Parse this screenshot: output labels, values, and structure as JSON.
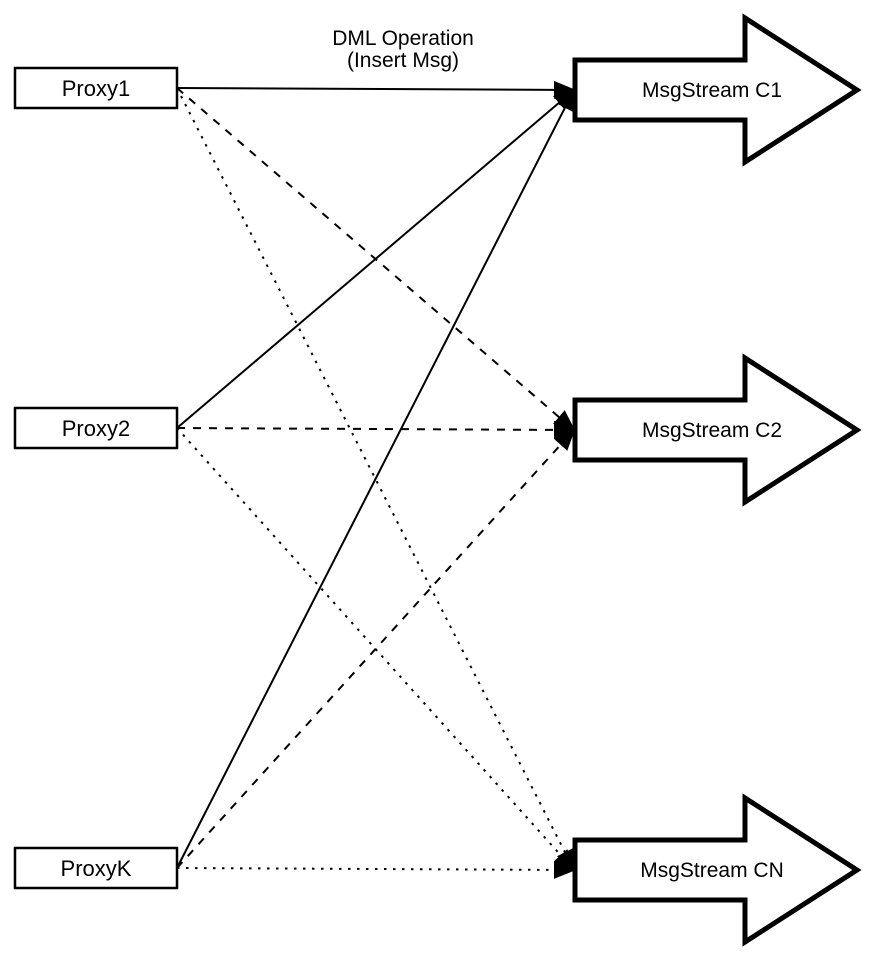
{
  "diagram": {
    "title": {
      "line1": "DML Operation",
      "line2": "(Insert Msg)"
    },
    "proxies": [
      {
        "id": "proxy1",
        "label": "Proxy1"
      },
      {
        "id": "proxy2",
        "label": "Proxy2"
      },
      {
        "id": "proxyk",
        "label": "ProxyK"
      }
    ],
    "streams": [
      {
        "id": "msgstream-c1",
        "label": "MsgStream C1"
      },
      {
        "id": "msgstream-c2",
        "label": "MsgStream C2"
      },
      {
        "id": "msgstream-cn",
        "label": "MsgStream CN"
      }
    ],
    "edges": [
      {
        "from": 0,
        "to": 0,
        "style": "solid"
      },
      {
        "from": 1,
        "to": 0,
        "style": "solid"
      },
      {
        "from": 2,
        "to": 0,
        "style": "solid"
      },
      {
        "from": 0,
        "to": 1,
        "style": "dashed"
      },
      {
        "from": 1,
        "to": 1,
        "style": "dashed"
      },
      {
        "from": 2,
        "to": 1,
        "style": "dashed"
      },
      {
        "from": 0,
        "to": 2,
        "style": "dotted"
      },
      {
        "from": 1,
        "to": 2,
        "style": "dotted"
      },
      {
        "from": 2,
        "to": 2,
        "style": "dotted"
      }
    ],
    "colors": {
      "stroke": "#000000",
      "fill": "#ffffff",
      "background": "#ffffff"
    }
  }
}
